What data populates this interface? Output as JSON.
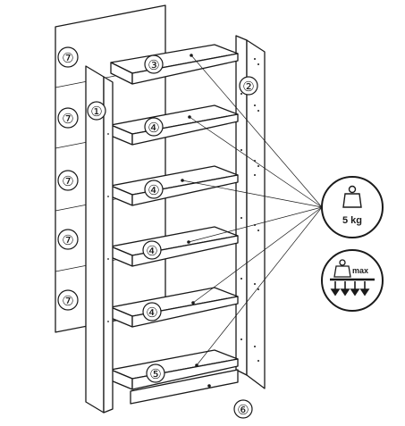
{
  "parts": {
    "back_panel": "⑦",
    "left_side": "①",
    "right_side": "②",
    "top_shelf": "③",
    "middle_shelf": "④",
    "bottom_shelf": "⑤",
    "plinth": "⑥"
  },
  "load_badge": {
    "weight_label": "5 kg",
    "max_label": "max"
  },
  "icons": {
    "weight": "weight-icon",
    "max_load": "max-load-icon"
  }
}
